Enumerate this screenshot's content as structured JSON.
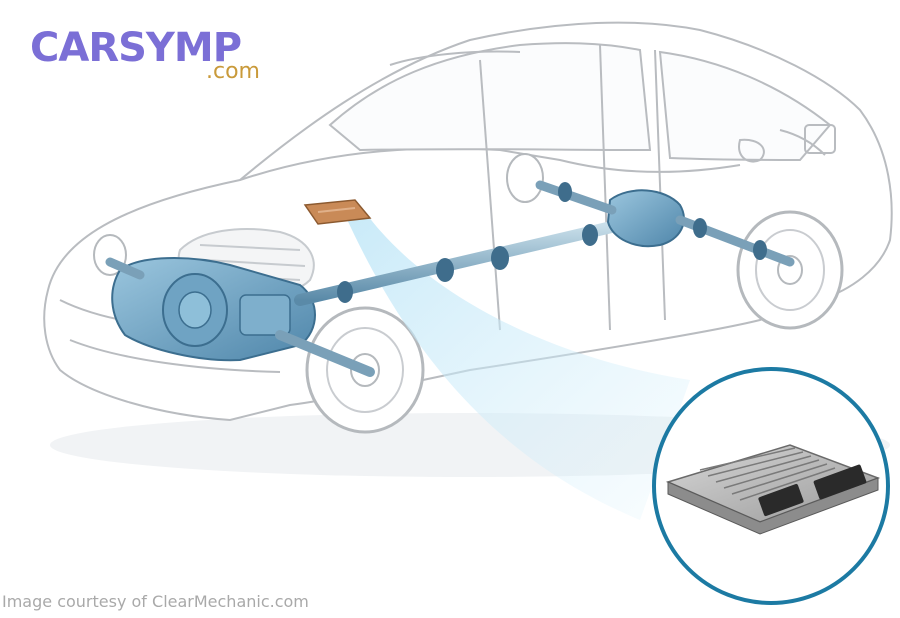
{
  "logo": {
    "main": "CARSYMP",
    "sub": ".com"
  },
  "credit": "Image courtesy of ClearMechanic.com"
}
